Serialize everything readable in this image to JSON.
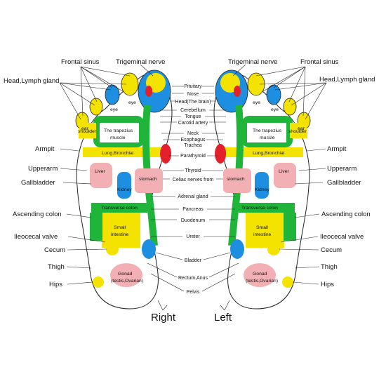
{
  "colors": {
    "blue": "#1e8fe0",
    "yellow": "#f4e300",
    "green": "#1eb53a",
    "pink": "#f2b0b4",
    "red": "#e3202c",
    "outline": "#222222"
  },
  "foot_labels": {
    "right": "Right",
    "left": "Left"
  },
  "outer_labels": {
    "frontal_sinus": "Frontal sinus",
    "trigeminal_nerve": "Trigeminal nerve",
    "head_lymph_gland": "Head,Lymph gland",
    "armpit": "Armpit",
    "upperarm": "Upperarm",
    "gallbladder": "Gallbladder",
    "ascending_colon": "Ascending colon",
    "ileocecal_valve": "Ileocecal valve",
    "cecum": "Cecum",
    "thigh": "Thigh",
    "hips": "Hips"
  },
  "center_labels": {
    "pituitary": "Pituitary",
    "nose": "Nose",
    "head_brain": "Head(The brain)",
    "cerebellum": "Cerebellum",
    "tongue": "Tongue",
    "carotid_artery": "Carotid artery",
    "neck": "Neck",
    "esophagus": "Esophagus",
    "trachea": "Trachea",
    "parathyroid": "Parathyroid",
    "thyroid": "Thyroid",
    "celiac": "Celiac nerves from",
    "adrenal": "Adrenal gland",
    "pancreas": "Pancreas",
    "duodenum": "Duodenum",
    "ureter": "Ureter",
    "bladder": "Bladder",
    "rectum": "Rectum,Anus",
    "pelvis": "Pelvis"
  },
  "inner_labels": {
    "eye": "eye",
    "ear": "ear",
    "shoulder": "shoulder",
    "trapezius_1": "The trapezius",
    "trapezius_2": "muscle",
    "lung": "Lung,Bronchial",
    "liver": "Liver",
    "stomach": "stomach",
    "kidney": "Kidney",
    "transverse": "Transverse colon",
    "small_1": "Small",
    "small_2": "intestine",
    "gonad_1": "Gonad",
    "gonad_2": "(testis,Ovarian)"
  }
}
